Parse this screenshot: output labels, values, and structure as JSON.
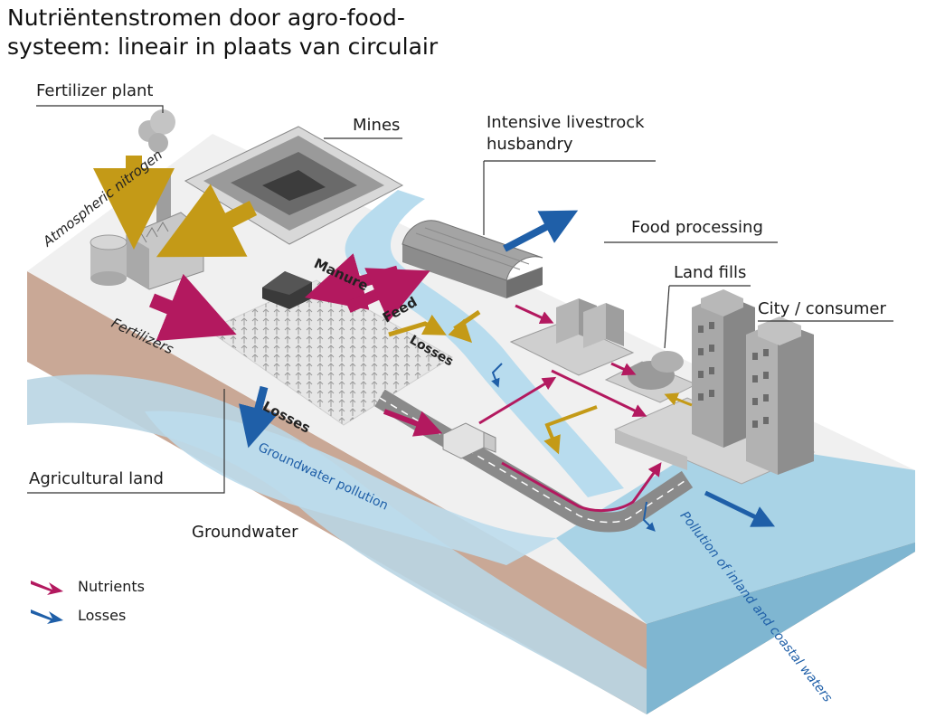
{
  "title": "Nutriëntenstromen door agro-food-\nsysteem: lineair in plaats van circulair",
  "labels": {
    "fertilizer_plant": "Fertilizer plant",
    "mines": "Mines",
    "livestock": "Intensive livestrock\nhusbandry",
    "food_processing": "Food processing",
    "land_fills": "Land fills",
    "city_consumer": "City / consumer",
    "agricultural_land": "Agricultural land",
    "groundwater": "Groundwater",
    "atmospheric_nitrogen": "Atmospheric\nnitrogen",
    "fertilizers": "Fertilizers",
    "manure": "Manure",
    "feed": "Feed",
    "losses_farm": "Losses",
    "losses_ground": "Losses",
    "groundwater_pollution": "Groundwater\npollution",
    "pollution_waters": "Pollution of\ninland and\ncoastal waters"
  },
  "legend": [
    {
      "label": "Nutrients",
      "color": "#b3195f"
    },
    {
      "label": "Losses",
      "color": "#1f5fa8"
    }
  ],
  "colors": {
    "nutrients": "#b3195f",
    "losses": "#1f5fa8",
    "resources": "#c49a17",
    "water": "#aed5e8",
    "soil": "#c9a896"
  }
}
